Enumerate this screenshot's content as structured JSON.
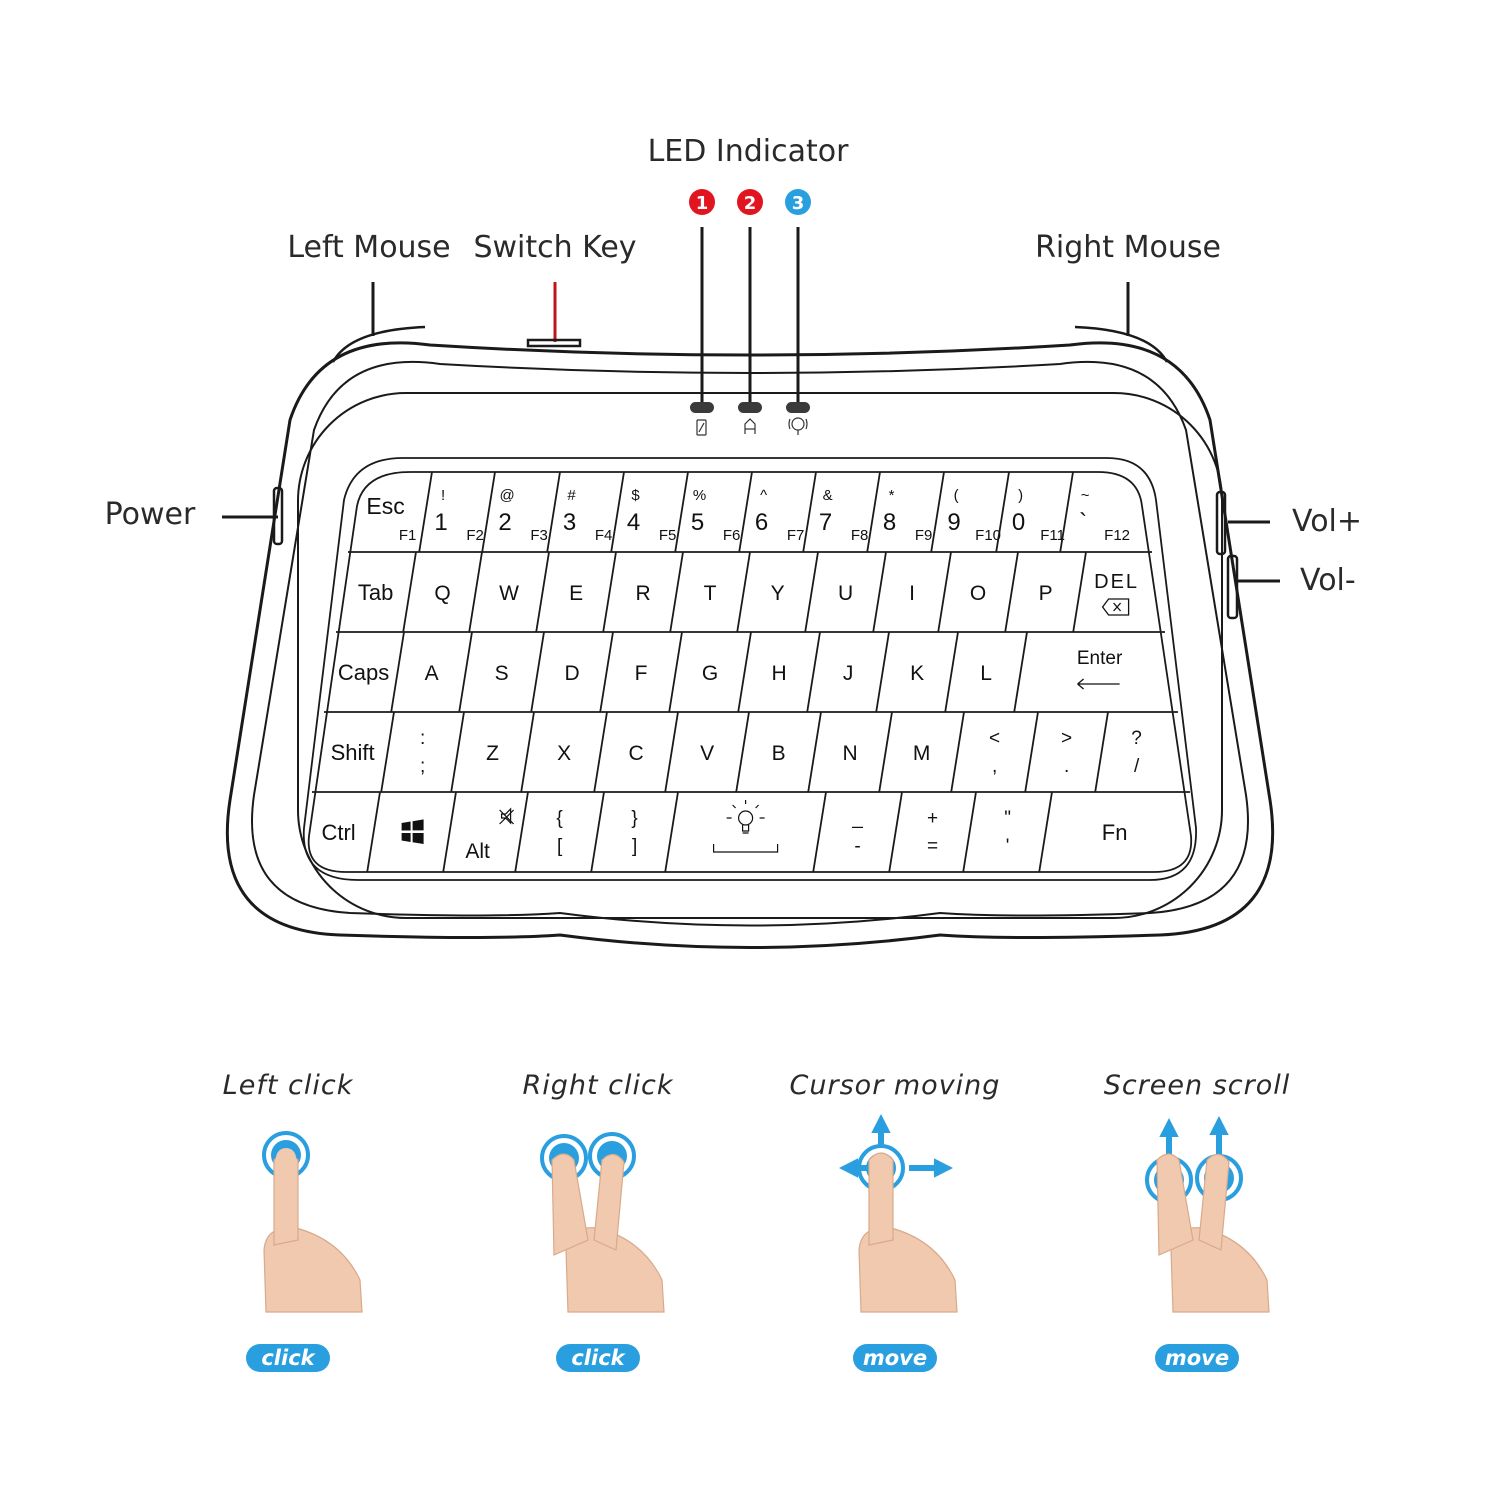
{
  "callouts": {
    "led_indicator": "LED Indicator",
    "left_mouse": "Left Mouse",
    "switch_key": "Switch Key",
    "right_mouse": "Right Mouse",
    "power": "Power",
    "vol_up": "Vol+",
    "vol_down": "Vol-"
  },
  "leds": [
    {
      "num": "1",
      "color": "#e0151f",
      "icon": "battery-icon"
    },
    {
      "num": "2",
      "color": "#e0151f",
      "icon": "caps-lock-icon"
    },
    {
      "num": "3",
      "color": "#2a9fe0",
      "icon": "connection-icon"
    }
  ],
  "keyboard": {
    "rows": [
      [
        {
          "main": "Esc",
          "sub": "F1"
        },
        {
          "top": "!",
          "main": "1",
          "sub": "F2"
        },
        {
          "top": "@",
          "main": "2",
          "sub": "F3"
        },
        {
          "top": "#",
          "main": "3",
          "sub": "F4"
        },
        {
          "top": "$",
          "main": "4",
          "sub": "F5"
        },
        {
          "top": "%",
          "main": "5",
          "sub": "F6"
        },
        {
          "top": "^",
          "main": "6",
          "sub": "F7"
        },
        {
          "top": "&",
          "main": "7",
          "sub": "F8"
        },
        {
          "top": "*",
          "main": "8",
          "sub": "F9"
        },
        {
          "top": "(",
          "main": "9",
          "sub": "F10"
        },
        {
          "top": ")",
          "main": "0",
          "sub": "F11"
        },
        {
          "top": "~",
          "main": "`",
          "sub": "F12"
        }
      ],
      [
        {
          "main": "Tab"
        },
        {
          "main": "Q"
        },
        {
          "main": "W"
        },
        {
          "main": "E"
        },
        {
          "main": "R"
        },
        {
          "main": "T"
        },
        {
          "main": "Y"
        },
        {
          "main": "U"
        },
        {
          "main": "I"
        },
        {
          "main": "O"
        },
        {
          "main": "P"
        },
        {
          "main": "DEL",
          "icon": "backspace-icon"
        }
      ],
      [
        {
          "main": "Caps"
        },
        {
          "main": "A"
        },
        {
          "main": "S"
        },
        {
          "main": "D"
        },
        {
          "main": "F"
        },
        {
          "main": "G"
        },
        {
          "main": "H"
        },
        {
          "main": "J"
        },
        {
          "main": "K"
        },
        {
          "main": "L"
        },
        {
          "main": "Enter",
          "icon": "enter-arrow-icon"
        }
      ],
      [
        {
          "main": "Shift"
        },
        {
          "top": ":",
          "main": ";"
        },
        {
          "main": "Z"
        },
        {
          "main": "X"
        },
        {
          "main": "C"
        },
        {
          "main": "V"
        },
        {
          "main": "B"
        },
        {
          "main": "N"
        },
        {
          "main": "M"
        },
        {
          "top": "<",
          "main": ","
        },
        {
          "top": ">",
          "main": "."
        },
        {
          "top": "?",
          "main": "/"
        }
      ],
      [
        {
          "main": "Ctrl"
        },
        {
          "main": "",
          "icon": "windows-logo-icon"
        },
        {
          "main": "Alt",
          "icon": "mute-icon"
        },
        {
          "top": "{",
          "main": "["
        },
        {
          "top": "}",
          "main": "]"
        },
        {
          "main": "",
          "icon": "backlight-bulb-icon"
        },
        {
          "top": "_",
          "main": "-"
        },
        {
          "top": "+",
          "main": "="
        },
        {
          "top": "\"",
          "main": "'"
        },
        {
          "main": "Fn"
        }
      ]
    ]
  },
  "gestures": [
    {
      "title": "Left click",
      "action": "click",
      "type": "one-finger-tap"
    },
    {
      "title": "Right click",
      "action": "click",
      "type": "two-finger-tap"
    },
    {
      "title": "Cursor moving",
      "action": "move",
      "type": "one-finger-move"
    },
    {
      "title": "Screen scroll",
      "action": "move",
      "type": "two-finger-scroll"
    }
  ],
  "colors": {
    "accent_blue": "#2a9fe0",
    "led_red": "#e0151f",
    "skin": "#f1c9ae",
    "outline": "#1a1a1a"
  }
}
